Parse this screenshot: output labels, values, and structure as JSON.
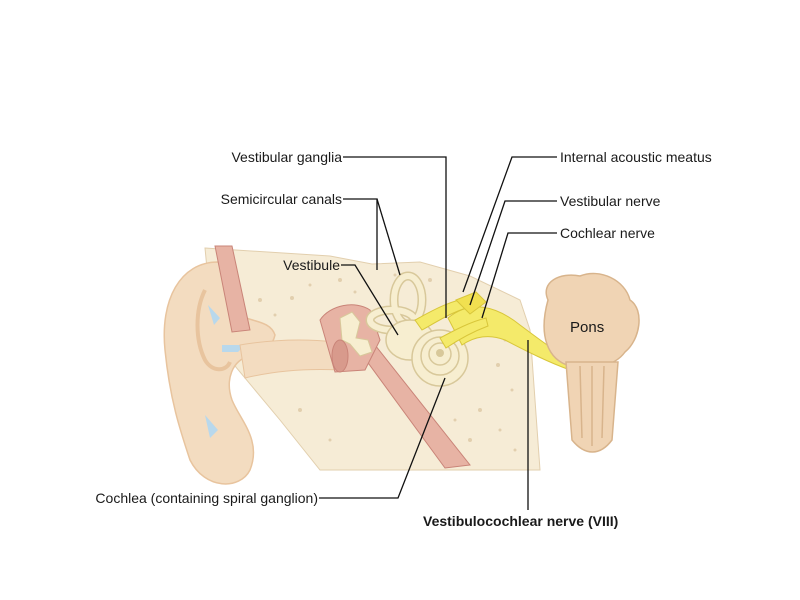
{
  "labels": {
    "vestibular_ganglia": "Vestibular ganglia",
    "semicircular_canals": "Semicircular canals",
    "vestibule": "Vestibule",
    "cochlea": "Cochlea (containing spiral ganglion)",
    "internal_acoustic_meatus": "Internal acoustic meatus",
    "vestibular_nerve": "Vestibular nerve",
    "cochlear_nerve": "Cochlear nerve",
    "vestibulocochlear_nerve": "Vestibulocochlear nerve (VIII)",
    "pons": "Pons"
  },
  "colors": {
    "skin": "#f3dcc0",
    "skin_shadow": "#e8c49e",
    "bone": "#f6ecd6",
    "bone_pores": "#e2cfae",
    "canal": "#e7b3a4",
    "canal_dark": "#c98478",
    "labyrinth": "#f7eed0",
    "labyrinth_edge": "#d8c89a",
    "nerve": "#f4ea6a",
    "nerve_edge": "#d8c63a",
    "pons": "#f0d4b4",
    "pons_edge": "#d8b48c",
    "fluid": "#b8d8ec",
    "leader": "#111111"
  }
}
